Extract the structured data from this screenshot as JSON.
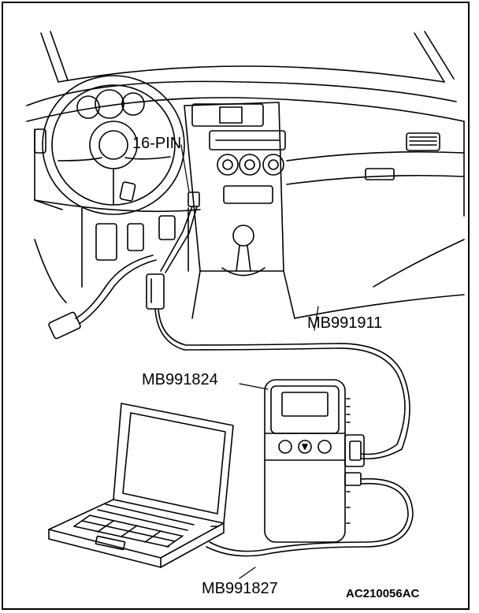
{
  "labels": {
    "connector": "16-PIN",
    "cable_main": "MB991911",
    "interface_unit": "MB991824",
    "usb_cable": "MB991827"
  },
  "figure_id": "AC210056AC",
  "colors": {
    "line": "#000000",
    "background": "#ffffff"
  },
  "icons": [
    "steering-wheel-icon",
    "laptop-icon",
    "vci-unit-icon",
    "gear-shifter-icon"
  ]
}
